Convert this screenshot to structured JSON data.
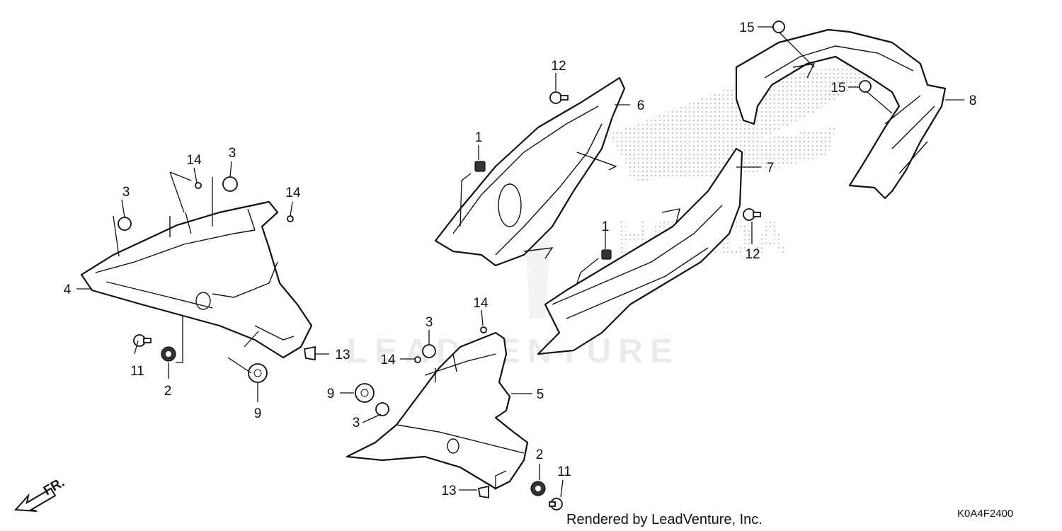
{
  "callouts": {
    "c1a": "1",
    "c1b": "1",
    "c2a": "2",
    "c2b": "2",
    "c3a": "3",
    "c3b": "3",
    "c3c": "3",
    "c3d": "3",
    "c4": "4",
    "c5": "5",
    "c6": "6",
    "c7": "7",
    "c8": "8",
    "c9a": "9",
    "c9b": "9",
    "c11a": "11",
    "c11b": "11",
    "c12a": "12",
    "c12b": "12",
    "c13a": "13",
    "c13b": "13",
    "c14a": "14",
    "c14b": "14",
    "c14c": "14",
    "c15a": "15",
    "c15b": "15"
  },
  "front_indicator": "FR.",
  "watermark": {
    "brand_text": "HONDA",
    "lead_text": "LEADVENTURE"
  },
  "footer": {
    "rendered_by": "Rendered by LeadVenture, Inc.",
    "diagram_code": "K0A4F2400"
  },
  "colors": {
    "line": "#111111",
    "watermark": "#cfcfcf",
    "stipple": "#c8c8c8"
  }
}
